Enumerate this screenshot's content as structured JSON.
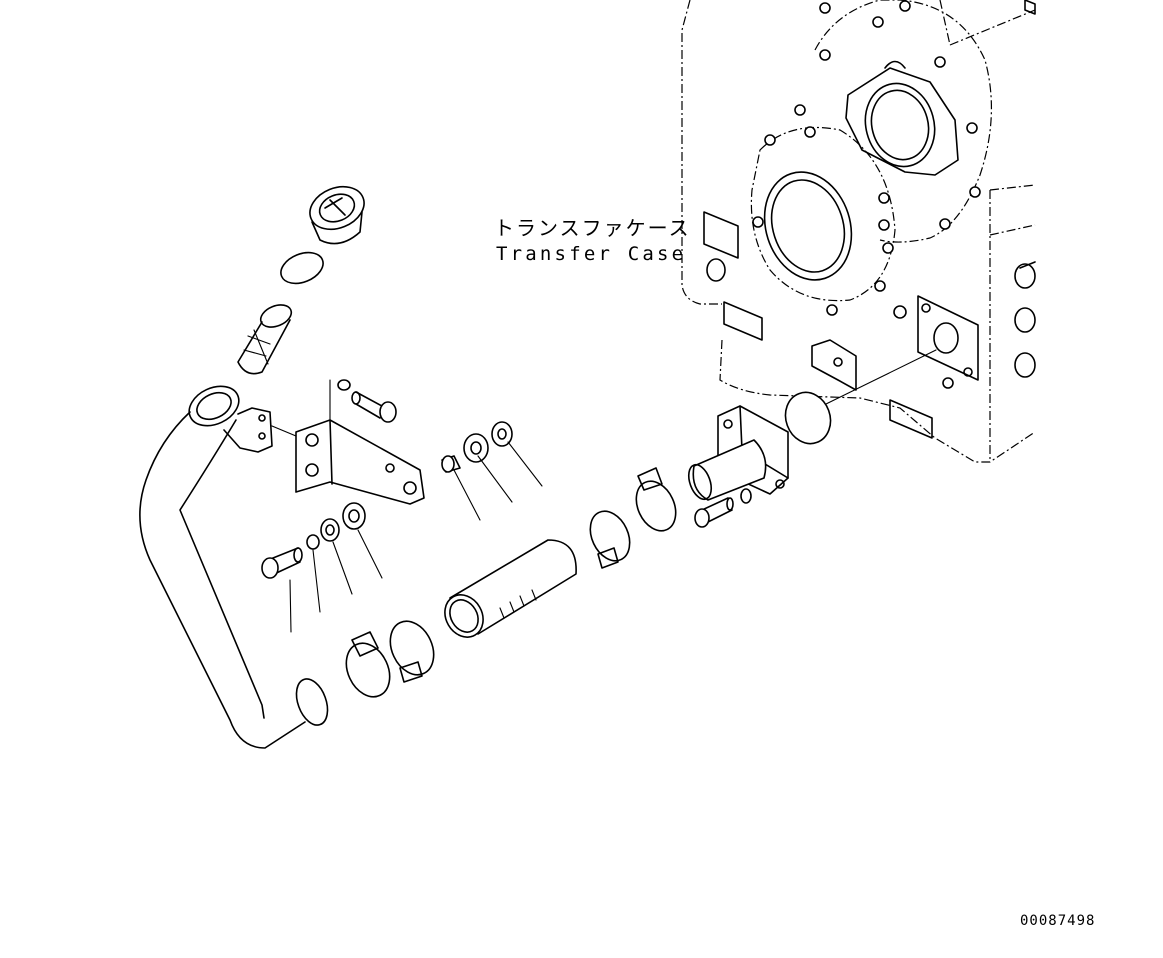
{
  "callout": {
    "japanese": "トランスファケース",
    "english": "Transfer Case"
  },
  "drawing_number": "00087498"
}
